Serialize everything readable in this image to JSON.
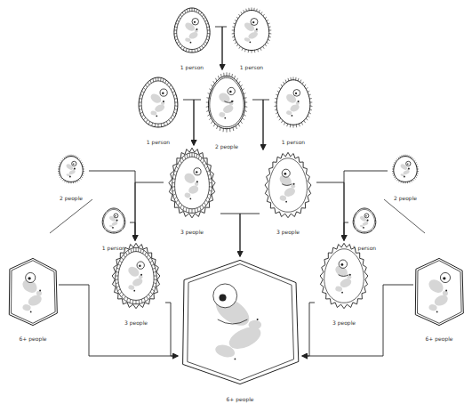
{
  "diagram": {
    "nodes": [
      {
        "text": [
          "1 person"
        ]
      },
      {
        "text": [
          "1 person"
        ]
      },
      {
        "text": [
          "1 person"
        ]
      },
      {
        "text": [
          "2 people"
        ]
      },
      {
        "text": [
          "1 person"
        ]
      },
      {
        "text": [
          "2 people"
        ]
      },
      {
        "text": [
          "1 person"
        ]
      },
      {
        "text": [
          "3 people"
        ]
      },
      {
        "text": [
          "3 people"
        ]
      },
      {
        "text": [
          "2 people"
        ]
      },
      {
        "text": [
          "1 person"
        ]
      },
      {
        "text": [
          "6+ people"
        ]
      },
      {
        "text": [
          "3 people"
        ]
      },
      {
        "text": [
          "6+ people"
        ]
      },
      {
        "text": [
          "3 people"
        ]
      },
      {
        "text": [
          "6+ people"
        ]
      }
    ],
    "edges": [
      {
        "from": 0,
        "to": 3,
        "arrow": "to"
      },
      {
        "from": 1,
        "to": 3,
        "arrow": "to"
      },
      {
        "from": 2,
        "to": 7,
        "arrow": "to"
      },
      {
        "from": 3,
        "to": 7,
        "arrow": "to"
      },
      {
        "from": 3,
        "to": 8,
        "arrow": "to"
      },
      {
        "from": 4,
        "to": 8,
        "arrow": "to"
      },
      {
        "from": 5,
        "to": 12,
        "arrow": "to"
      },
      {
        "from": 6,
        "to": 12,
        "arrow": "to"
      },
      {
        "from": 7,
        "to": 12,
        "arrow": "to"
      },
      {
        "from": 8,
        "to": 14,
        "arrow": "to"
      },
      {
        "from": 9,
        "to": 14,
        "arrow": "to"
      },
      {
        "from": 10,
        "to": 14,
        "arrow": "to"
      },
      {
        "from": 7,
        "to": 13,
        "arrow": "to"
      },
      {
        "from": 8,
        "to": 13,
        "arrow": "to"
      },
      {
        "from": 11,
        "to": 13,
        "arrow": "to"
      },
      {
        "from": 12,
        "to": 13,
        "arrow": "to"
      },
      {
        "from": 14,
        "to": 13,
        "arrow": "to"
      },
      {
        "from": 15,
        "to": 13,
        "arrow": "to"
      }
    ]
  }
}
